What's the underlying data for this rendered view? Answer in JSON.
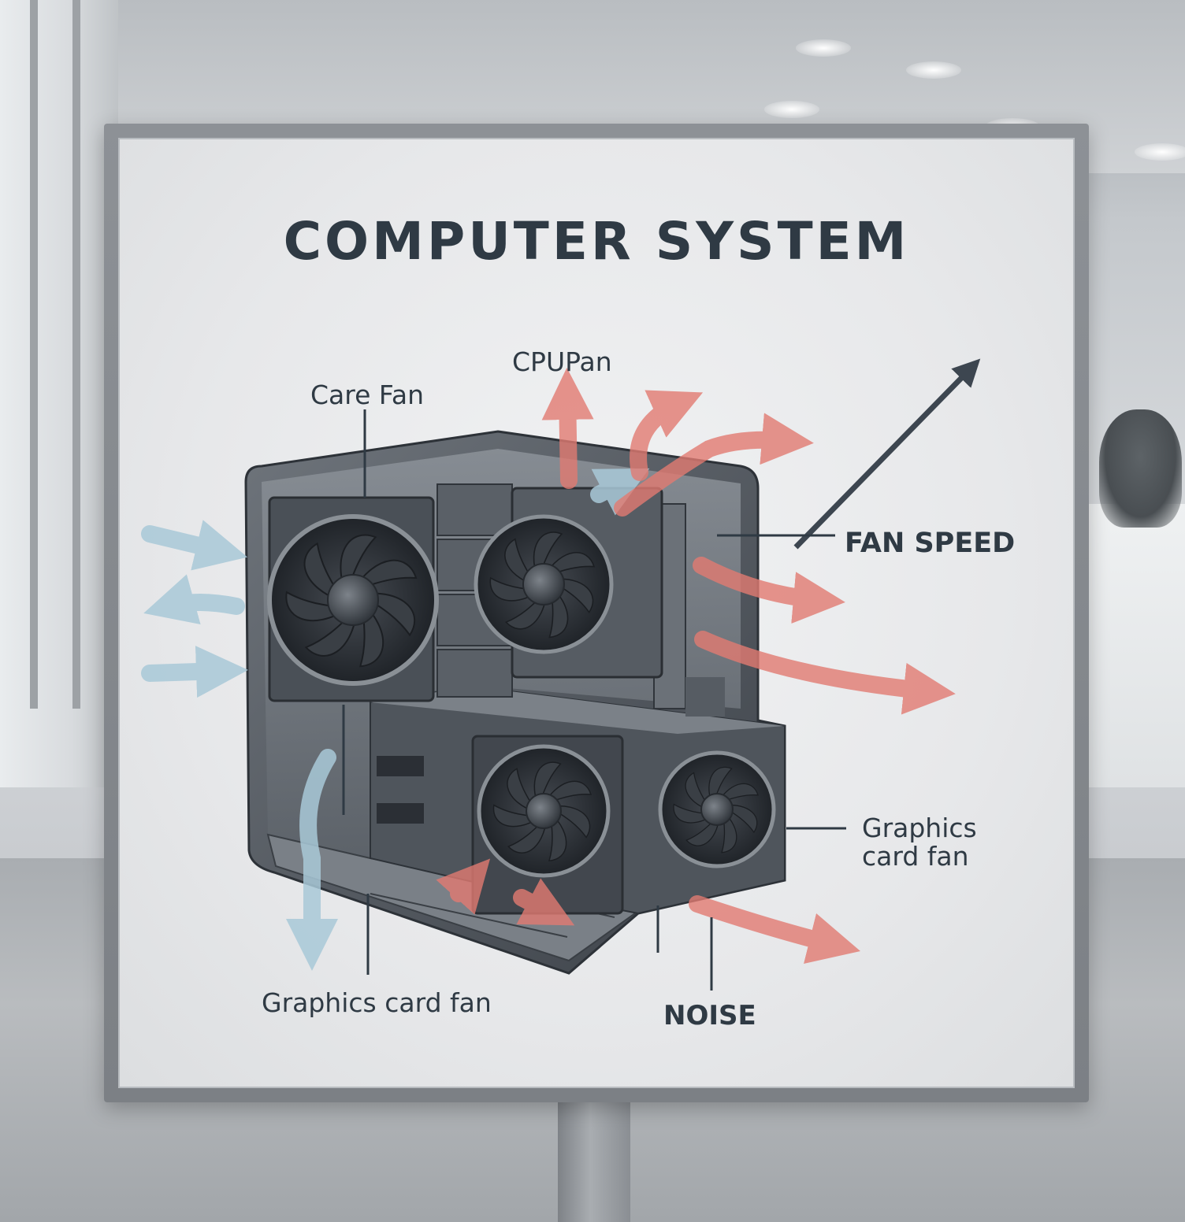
{
  "sign": {
    "title": "COMPUTER SYSTEM"
  },
  "labels": {
    "cpu_fan": "CPUPan",
    "case_fan": "Care Fan",
    "fan_speed": "FAN SPEED",
    "graphics_card_fan_right_line1": "Graphics",
    "graphics_card_fan_right_line2": "card fan",
    "graphics_card_fan_bottom": "Graphics card fan",
    "noise": "NOISE"
  },
  "colors": {
    "title_text": "#2f3a44",
    "hot_airflow": "#e27b72",
    "cool_airflow": "#a9c9d8",
    "case_body": "#4a5058",
    "fan_dark": "#2b2f35"
  },
  "icons": {
    "case": "pc-case-icon",
    "fan": "fan-icon",
    "arrow": "arrow-icon"
  }
}
